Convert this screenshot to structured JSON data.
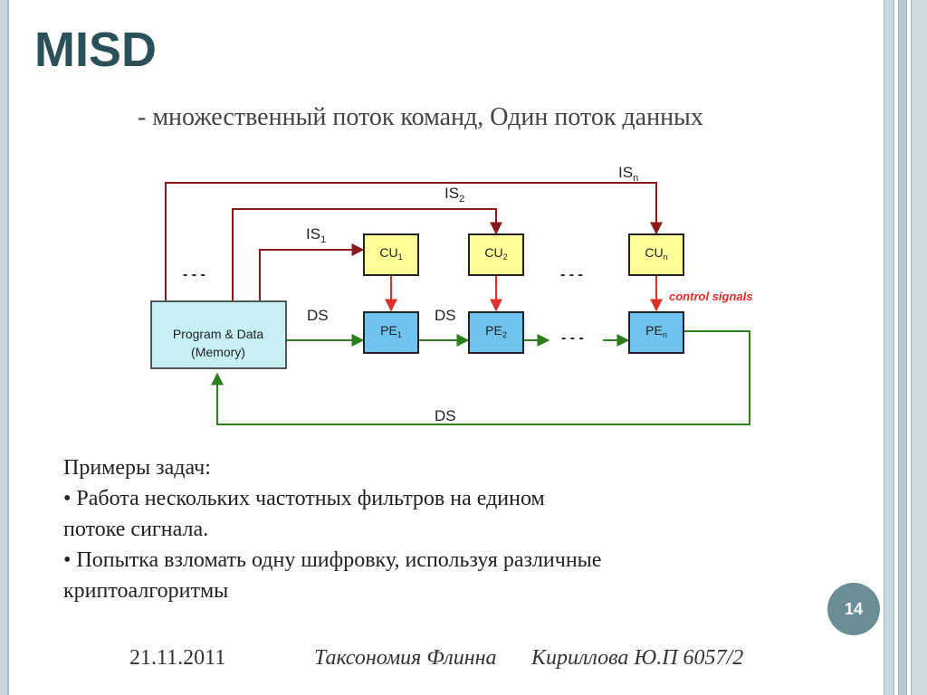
{
  "slide": {
    "title": "MISD",
    "subtitle": "- множественный поток команд, Один поток данных",
    "page_number": "14",
    "footer": {
      "date": "21.11.2011",
      "title": "Таксономия Флинна",
      "author": "Кириллова Ю.П 6057/2"
    }
  },
  "diagram": {
    "memory": {
      "line1": "Program & Data",
      "line2": "(Memory)"
    },
    "cu": [
      {
        "base": "CU",
        "sub": "1"
      },
      {
        "base": "CU",
        "sub": "2"
      },
      {
        "base": "CU",
        "sub": "n"
      }
    ],
    "pe": [
      {
        "base": "PE",
        "sub": "1"
      },
      {
        "base": "PE",
        "sub": "2"
      },
      {
        "base": "PE",
        "sub": "n"
      }
    ],
    "is_labels": [
      {
        "base": "IS",
        "sub": "1"
      },
      {
        "base": "IS",
        "sub": "2"
      },
      {
        "base": "IS",
        "sub": "n"
      }
    ],
    "ds_label": "DS",
    "control_signals": "control signals",
    "ellipsis": "- - -",
    "colors": {
      "instruction_stream": "#8b1a1a",
      "data_stream": "#2e7d1e",
      "control_signal": "#e0302a",
      "cu_fill": "#ffff99",
      "pe_fill": "#6fc3ee",
      "memory_fill": "#c7f0f5"
    }
  },
  "examples": {
    "heading": "Примеры задач:",
    "items": [
      "• Работа нескольких частотных фильтров на едином",
      "потоке сигнала.",
      "• Попытка взломать одну шифровку, используя различные",
      "криптоалгоритмы"
    ]
  }
}
